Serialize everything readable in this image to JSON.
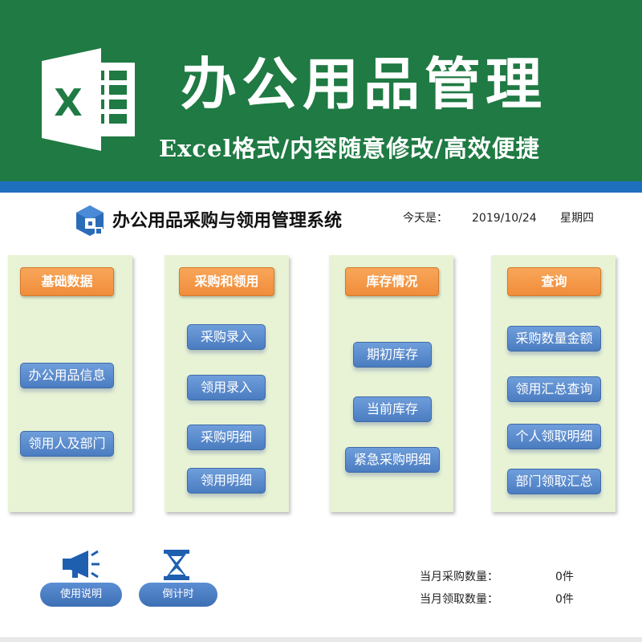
{
  "banner": {
    "title": "办公用品管理",
    "subtitle": "Excel格式/内容随意修改/高效便捷",
    "colors": {
      "green": "#1f7a43",
      "blue_stripe": "#1f6fbf"
    }
  },
  "header": {
    "title": "办公用品采购与领用管理系统",
    "today_label": "今天是：",
    "date": "2019/10/24",
    "weekday": "星期四"
  },
  "panels": {
    "basic": {
      "title": "基础数据",
      "buttons": [
        "办公用品信息",
        "领用人及部门"
      ]
    },
    "purchase": {
      "title": "采购和领用",
      "buttons": [
        "采购录入",
        "领用录入",
        "采购明细",
        "领用明细"
      ]
    },
    "stock": {
      "title": "库存情况",
      "buttons": [
        "期初库存",
        "当前库存",
        "紧急采购明细"
      ]
    },
    "query": {
      "title": "查询",
      "buttons": [
        "采购数量金额",
        "领用汇总查询",
        "个人领取明细",
        "部门领取汇总"
      ]
    }
  },
  "footer": {
    "manual_label": "使用说明",
    "countdown_label": "倒计时",
    "month_purchase_label": "当月采购数量：",
    "month_purchase_value": "0件",
    "month_receive_label": "当月领取数量：",
    "month_receive_value": "0件"
  },
  "icons": {
    "excel": "excel-logo-icon",
    "app": "cube-logo-icon",
    "manual": "megaphone-icon",
    "countdown": "hourglass-icon"
  }
}
